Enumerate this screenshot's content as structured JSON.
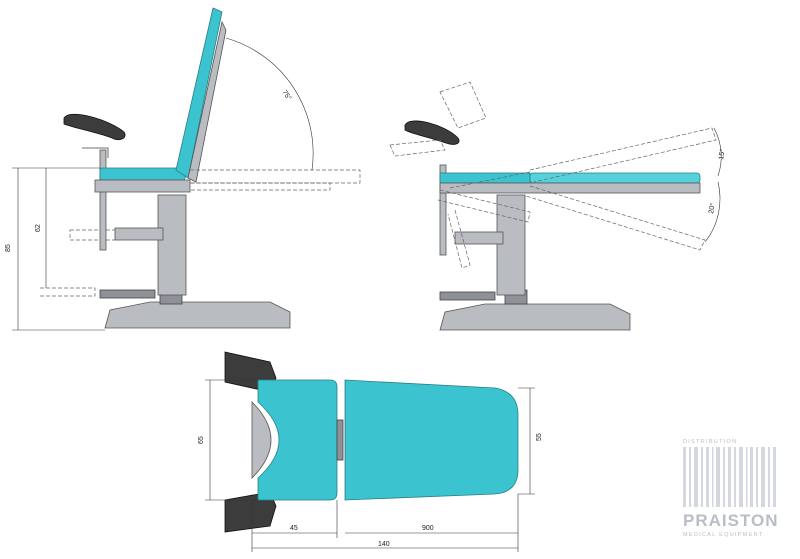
{
  "side_view": {
    "angle_backrest": "75°",
    "height_total": "85",
    "height_seat": "62"
  },
  "tilt_view": {
    "angle_up": "15°",
    "angle_down": "20°"
  },
  "top_view": {
    "width_seat": "65",
    "width_back": "55",
    "length_seat": "45",
    "length_back": "900",
    "length_total": "140"
  },
  "watermark": {
    "top_text": "DISTRIBUTION",
    "brand": "PRAISTON",
    "bottom_text": "MEDICAL EQUIPMENT"
  },
  "colors": {
    "upholstery": "#3bc4cf",
    "frame": "#b9bcc1",
    "leg_pad": "#3c3c3c"
  }
}
